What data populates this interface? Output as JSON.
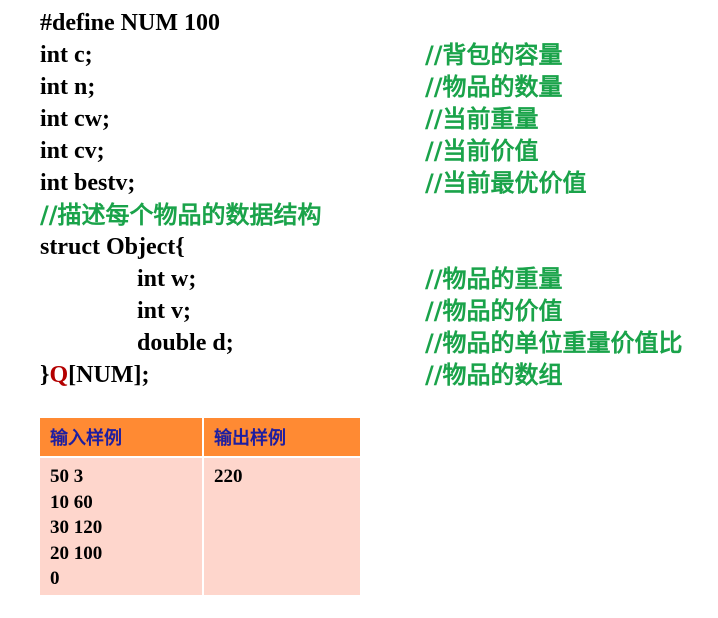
{
  "code_lines": [
    {
      "code": "#define NUM 100",
      "comment": ""
    },
    {
      "code": "int c;",
      "comment": "//背包的容量"
    },
    {
      "code": "int n;",
      "comment": "//物品的数量"
    },
    {
      "code": "int cw;",
      "comment": "//当前重量"
    },
    {
      "code": "int cv;",
      "comment": "//当前价值"
    },
    {
      "code": "int bestv;",
      "comment": "//当前最优价值"
    },
    {
      "code": "",
      "comment": "//描述每个物品的数据结构"
    },
    {
      "code": "struct Object{",
      "comment": ""
    },
    {
      "code": "int w;",
      "comment": "//物品的重量"
    },
    {
      "code": "int v;",
      "comment": "//物品的价值"
    },
    {
      "code": "double d;",
      "comment": "//物品的单位重量价值比"
    },
    {
      "code_prefix": "}",
      "code_highlight": "Q",
      "code_suffix": "[NUM];",
      "comment": "//物品的数组"
    }
  ],
  "colors": {
    "comment": "#1aa34a",
    "highlight": "#b30000",
    "table_header_bg": "#ff8a33",
    "table_header_text": "#1e1ea0",
    "table_body_bg": "#fed6cc"
  },
  "sample_table": {
    "input_header": "输入样例",
    "output_header": "输出样例",
    "input_lines": [
      "50 3",
      "10 60",
      "30 120",
      "20 100",
      "0"
    ],
    "output_lines": [
      "220"
    ]
  }
}
